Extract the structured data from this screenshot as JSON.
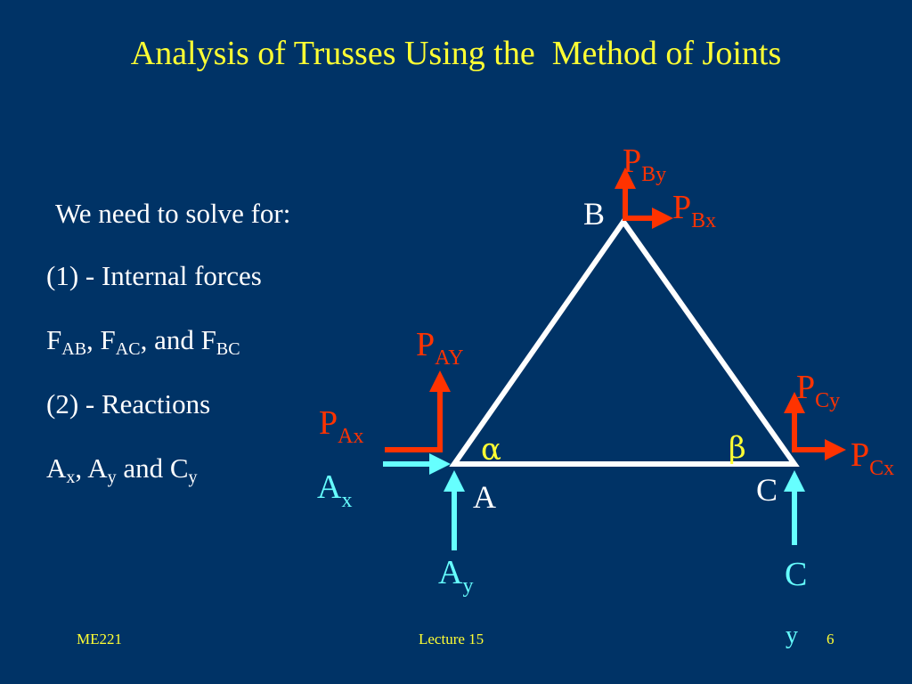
{
  "title": "Analysis of Trusses Using the  Method of Joints",
  "bullets": {
    "intro": "We need to solve for:",
    "item1": "(1) - Internal forces",
    "forces": {
      "F": "F",
      "ab": "AB",
      "sep1": ", ",
      "ac": "AC",
      "sep2": ", and ",
      "bc": "BC"
    },
    "item2": "(2) - Reactions",
    "reactions": {
      "A1": "A",
      "x": "x",
      "sep1": ", ",
      "A2": "A",
      "y": "y",
      "sep2": " and ",
      "C": "C",
      "cy": "y"
    }
  },
  "diagram": {
    "joints": {
      "A": "A",
      "B": "B",
      "C": "C"
    },
    "loads": {
      "PBy": {
        "main": "P",
        "sub": "By"
      },
      "PBx": {
        "main": "P",
        "sub": "Bx"
      },
      "PAY": {
        "main": "P",
        "sub": "AY"
      },
      "PAx": {
        "main": "P",
        "sub": "Ax"
      },
      "PCy": {
        "main": "P",
        "sub": "Cy"
      },
      "PCx": {
        "main": "P",
        "sub": "Cx"
      }
    },
    "reactions": {
      "Ax": {
        "main": "A",
        "sub": "x"
      },
      "Ay": {
        "main": "A",
        "sub": "y"
      },
      "Cy": {
        "main": "C",
        "sub": "y"
      }
    },
    "angles": {
      "alpha": "α",
      "beta": "β"
    },
    "colors": {
      "truss": "#FFFFFF",
      "load": "#FF3300",
      "reaction": "#66FFFF",
      "background": "#003366"
    }
  },
  "footer": {
    "course": "ME221",
    "lecture": "Lecture 15",
    "page": "6"
  }
}
